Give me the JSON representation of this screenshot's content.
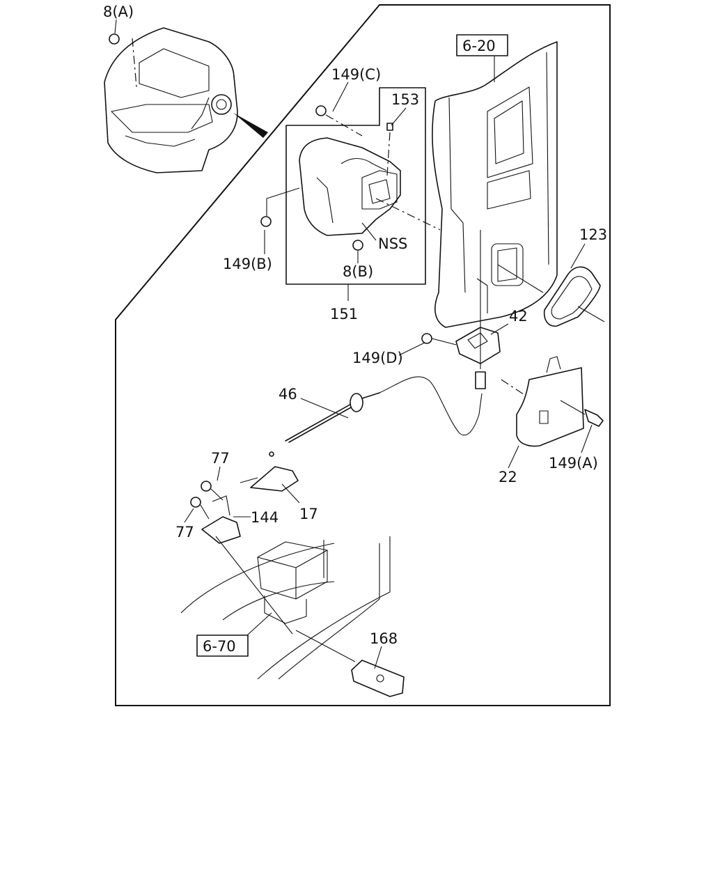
{
  "diagram": {
    "callouts": {
      "nut_8a": "8(A)",
      "ref_6_20": "6-20",
      "bolt_149c": "149(C)",
      "clip_153": "153",
      "nss": "NSS",
      "bolt_149b": "149(B)",
      "nut_8b": "8(B)",
      "bracket_151": "151",
      "seal_123": "123",
      "latch_42": "42",
      "bolt_149d": "149(D)",
      "cable_46": "46",
      "bolt_77_top": "77",
      "lever_17": "17",
      "bracket_144": "144",
      "bolt_77_bottom": "77",
      "striker_22": "22",
      "bolt_149a": "149(A)",
      "ref_6_70": "6-70",
      "pad_168": "168"
    }
  }
}
